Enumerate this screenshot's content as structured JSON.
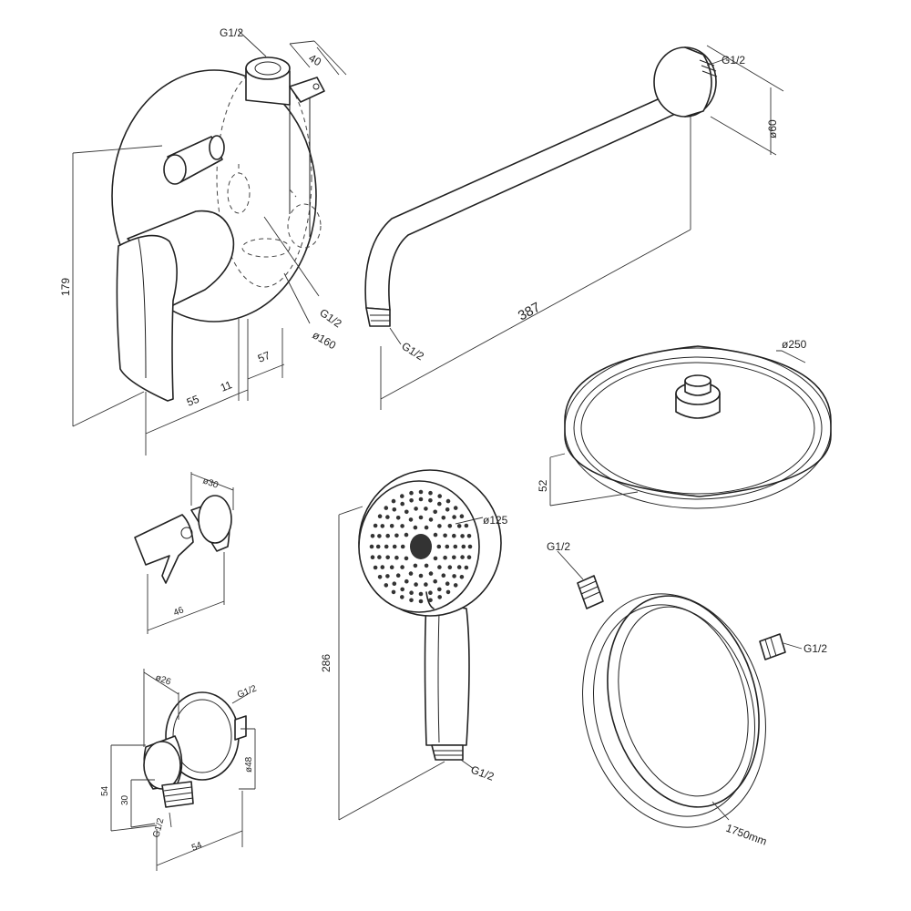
{
  "labels": {
    "mixer_g12_top": "G1/2",
    "mixer_width_40": "40",
    "mixer_height_179": "179",
    "mixer_g12_outlet": "G1/2",
    "mixer_diameter_160": "ø160",
    "mixer_depth_57": "57",
    "mixer_depth_11": "11",
    "mixer_depth_55": "55",
    "arm_g12_top": "G1/2",
    "arm_diameter_60": "ø60",
    "arm_length_387": "387",
    "arm_g12_bottom": "G1/2",
    "head_diameter_250": "ø250",
    "head_height_52": "52",
    "holder_diameter_30": "ø30",
    "holder_width_46": "46",
    "hand_diameter_125": "ø125",
    "hand_length_286": "286",
    "hand_g12": "G1/2",
    "hose_g12_top": "G1/2",
    "hose_g12_right": "G1/2",
    "hose_length": "1750mm",
    "elbow_diameter_26": "ø26",
    "elbow_g12_top": "G1/2",
    "elbow_height_54": "54",
    "elbow_height_30": "30",
    "elbow_diameter_48": "ø48",
    "elbow_g12_bottom": "G1/2",
    "elbow_width_54": "54"
  },
  "colors": {
    "line": "#222222",
    "background": "#ffffff"
  }
}
